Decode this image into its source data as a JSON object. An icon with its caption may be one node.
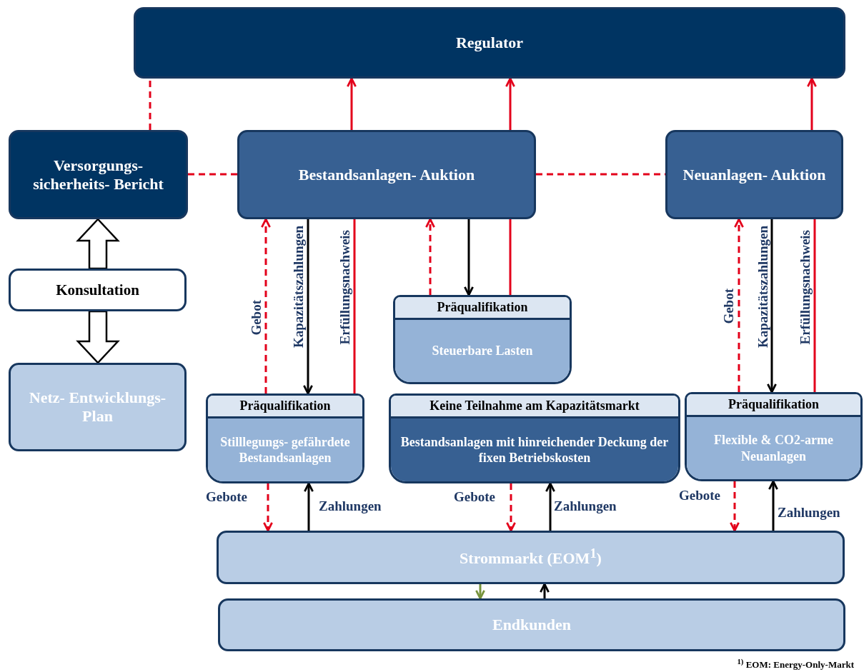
{
  "diagram": {
    "nodes": [
      {
        "text": [
          "Regulator"
        ]
      },
      {
        "text": [
          "Versorgungs- sicherheits- Bericht"
        ]
      },
      {
        "text": [
          "Bestandsanlagen- Auktion"
        ]
      },
      {
        "text": [
          "Neuanlagen- Auktion"
        ]
      },
      {
        "text": [
          "Konsultation"
        ]
      },
      {
        "text": [
          "Netz- Entwicklungs- Plan"
        ]
      },
      {
        "text": [
          "Präqualifikation",
          "Steuerbare Lasten"
        ]
      },
      {
        "text": [
          "Präqualifikation",
          "Stilllegungs- gefährdete Bestandsanlagen"
        ]
      },
      {
        "text": [
          "Keine Teilnahme am Kapazitätsmarkt",
          "Bestandsanlagen mit hinreichender Deckung der fixen Betriebskosten"
        ]
      },
      {
        "text": [
          "Präqualifikation",
          "Flexible & CO2-arme Neuanlagen"
        ]
      },
      {
        "text": [
          "Strommarkt (EOM$^{1}$)"
        ]
      },
      {
        "text": [
          "Endkunden"
        ]
      }
    ],
    "edges": [
      {
        "from": 1,
        "to": 0,
        "arrow": "none",
        "style": "dashed"
      },
      {
        "from": 2,
        "to": 0,
        "arrow": "to"
      },
      {
        "from": 2,
        "to": 0,
        "arrow": "to"
      },
      {
        "from": 3,
        "to": 0,
        "arrow": "to"
      },
      {
        "from": 1,
        "to": 2,
        "arrow": "none",
        "style": "dashed"
      },
      {
        "from": 2,
        "to": 3,
        "arrow": "none",
        "style": "dashed"
      },
      {
        "from": 4,
        "to": 1,
        "arrow": "to",
        "style": "thick",
        "color": "#000000"
      },
      {
        "from": 4,
        "to": 5,
        "arrow": "to",
        "style": "thick",
        "color": "#000000"
      },
      {
        "from": 7,
        "to": 2,
        "arrow": "to",
        "style": "dashed",
        "label": "Gebot"
      },
      {
        "from": 2,
        "to": 7,
        "arrow": "to",
        "color": "#000000",
        "label": "Kapazitätszahlungen"
      },
      {
        "from": 7,
        "to": 2,
        "arrow": "none",
        "label": "Erfüllungsnachweis"
      },
      {
        "from": 6,
        "to": 2,
        "arrow": "to",
        "style": "dashed"
      },
      {
        "from": 2,
        "to": 6,
        "arrow": "to",
        "color": "#000000"
      },
      {
        "from": 6,
        "to": 2,
        "arrow": "none"
      },
      {
        "from": 9,
        "to": 3,
        "arrow": "to",
        "style": "dashed",
        "label": "Gebot"
      },
      {
        "from": 3,
        "to": 9,
        "arrow": "to",
        "color": "#000000",
        "label": "Kapazitätszahlungen"
      },
      {
        "from": 9,
        "to": 3,
        "arrow": "none",
        "label": "Erfüllungsnachweis"
      },
      {
        "from": 7,
        "to": 10,
        "arrow": "to",
        "style": "dashed",
        "label": "Gebote"
      },
      {
        "from": 10,
        "to": 7,
        "arrow": "to",
        "color": "#000000",
        "label": "Zahlungen"
      },
      {
        "from": 8,
        "to": 10,
        "arrow": "to",
        "style": "dashed",
        "label": "Gebote"
      },
      {
        "from": 10,
        "to": 8,
        "arrow": "to",
        "color": "#000000",
        "label": "Zahlungen"
      },
      {
        "from": 9,
        "to": 10,
        "arrow": "to",
        "style": "dashed",
        "label": "Gebote"
      },
      {
        "from": 10,
        "to": 9,
        "arrow": "to",
        "color": "#000000",
        "label": "Zahlungen"
      },
      {
        "from": 10,
        "to": 11,
        "arrow": "to",
        "color": "#77933c"
      },
      {
        "from": 11,
        "to": 10,
        "arrow": "to",
        "color": "#000000"
      }
    ],
    "labels": [
      "$^{1)}$ EOM: Energy-Only-Markt"
    ]
  }
}
